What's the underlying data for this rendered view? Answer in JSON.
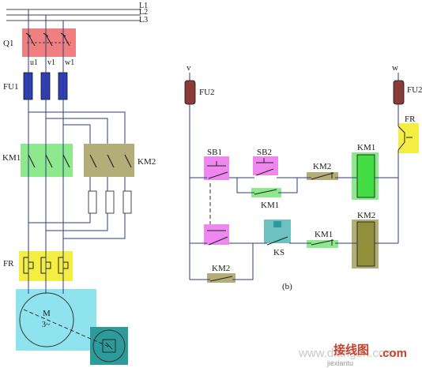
{
  "colors": {
    "wire": "#2c3e80",
    "wire_dark": "#333333",
    "q1_fill": "#f08080",
    "fu_fill": "#2e3fb8",
    "km_fill": "#8ee88e",
    "km2_fill": "#b3ad78",
    "fr_fill": "#f4ee44",
    "motor_fill": "#8fe3ee",
    "ks_fill": "#2e9b9b",
    "sb_fill": "#ee88ee",
    "fu2_fill": "#8b3a3a",
    "coil_green": "#44dd44",
    "coil_olive": "#8f8f3c"
  },
  "labels": {
    "bus_l1": "L1",
    "bus_l2": "L2",
    "bus_l3": "L3",
    "q1": "Q1",
    "u1": "u1",
    "v1": "v1",
    "w1": "w1",
    "fu1": "FU1",
    "km1_left": "KM1",
    "km2_right": "KM2",
    "fr_left": "FR",
    "motor_m": "M",
    "motor_phase": "3~",
    "v_supply": "v",
    "w_supply": "w",
    "fu2_left": "FU2",
    "fu2_right": "FU2",
    "fr_right": "FR",
    "sb1": "SB1",
    "sb2": "SB2",
    "km2_contact_top": "KM2",
    "km1_coil": "KM1",
    "km1_holding": "KM1",
    "km2_coil": "KM2",
    "ks": "KS",
    "km1_interlock": "KM1",
    "km2_bottom": "KM2",
    "caption_b": "(b)"
  },
  "watermark": {
    "url": "www.diangon.com",
    "brand": "接线图",
    "brand_suffix": ".com",
    "sub": "jiexiantu"
  }
}
